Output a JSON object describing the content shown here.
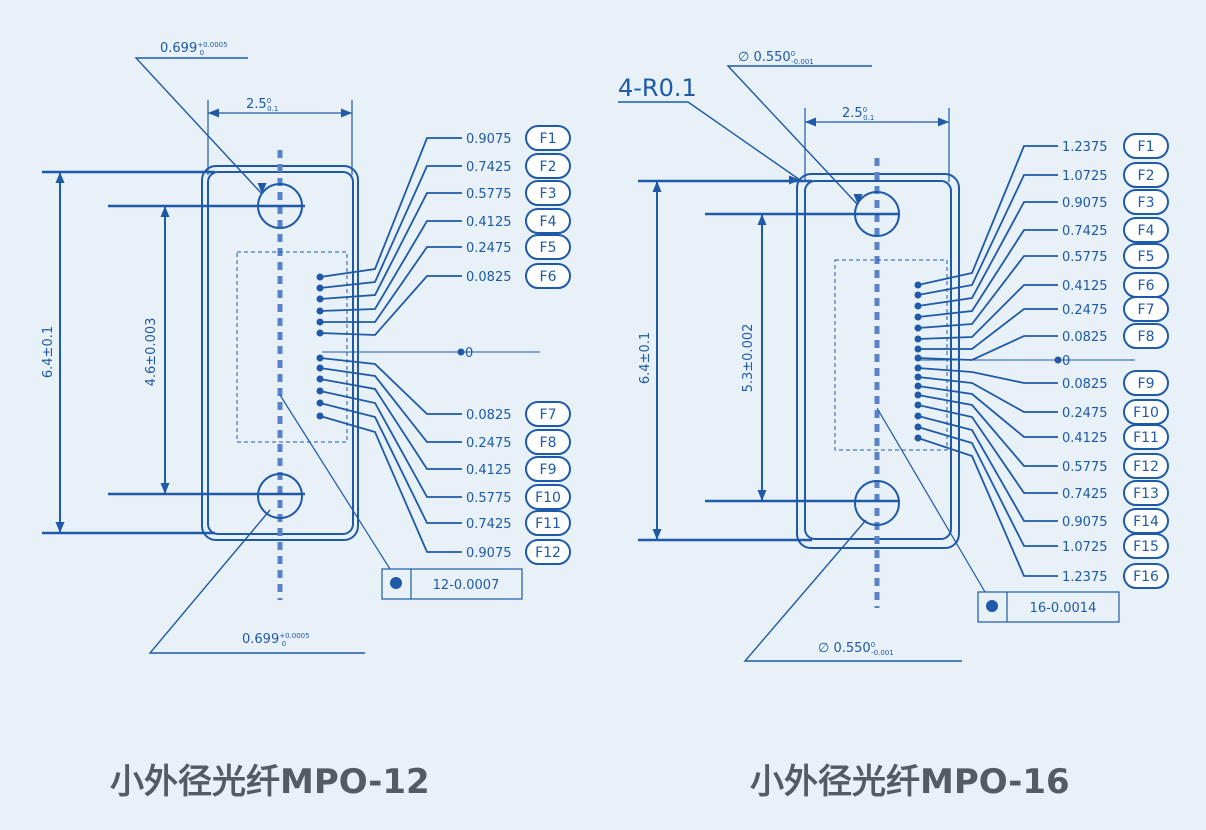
{
  "diagrams": [
    {
      "id": "mpo12",
      "caption": "小外径光纤MPO-12",
      "pin_dim_top": "0.699",
      "pin_dim_top_tol": "+0.0005 0",
      "pin_dim_bottom": "0.699",
      "pin_dim_bottom_tol": "+0.0005 0",
      "width_dim": "2.5",
      "width_tol": "0 0.1",
      "height_dim": "6.4±0.1",
      "pin_pitch": "4.6±0.003",
      "origin_label": "0",
      "position_tol": "12-0.0007",
      "fibers_top": [
        {
          "value": "0.9075",
          "label": "F1"
        },
        {
          "value": "0.7425",
          "label": "F2"
        },
        {
          "value": "0.5775",
          "label": "F3"
        },
        {
          "value": "0.4125",
          "label": "F4"
        },
        {
          "value": "0.2475",
          "label": "F5"
        },
        {
          "value": "0.0825",
          "label": "F6"
        }
      ],
      "fibers_bottom": [
        {
          "value": "0.0825",
          "label": "F7"
        },
        {
          "value": "0.2475",
          "label": "F8"
        },
        {
          "value": "0.4125",
          "label": "F9"
        },
        {
          "value": "0.5775",
          "label": "F10"
        },
        {
          "value": "0.7425",
          "label": "F11"
        },
        {
          "value": "0.9075",
          "label": "F12"
        }
      ]
    },
    {
      "id": "mpo16",
      "caption": "小外径光纤MPO-16",
      "corner_label": "4-R0.1",
      "pin_dim_top": "∅ 0.550",
      "pin_dim_top_tol": "0 -0.001",
      "pin_dim_bottom": "∅ 0.550",
      "pin_dim_bottom_tol": "0 -0.001",
      "width_dim": "2.5",
      "width_tol": "0 0.1",
      "height_dim": "6.4±0.1",
      "pin_pitch": "5.3±0.002",
      "origin_label": "0",
      "position_tol": "16-0.0014",
      "fibers_top": [
        {
          "value": "1.2375",
          "label": "F1"
        },
        {
          "value": "1.0725",
          "label": "F2"
        },
        {
          "value": "0.9075",
          "label": "F3"
        },
        {
          "value": "0.7425",
          "label": "F4"
        },
        {
          "value": "0.5775",
          "label": "F5"
        },
        {
          "value": "0.4125",
          "label": "F6"
        },
        {
          "value": "0.2475",
          "label": "F7"
        },
        {
          "value": "0.0825",
          "label": "F8"
        }
      ],
      "fibers_bottom": [
        {
          "value": "0.0825",
          "label": "F9"
        },
        {
          "value": "0.2475",
          "label": "F10"
        },
        {
          "value": "0.4125",
          "label": "F11"
        },
        {
          "value": "0.5775",
          "label": "F12"
        },
        {
          "value": "0.7425",
          "label": "F13"
        },
        {
          "value": "0.9075",
          "label": "F14"
        },
        {
          "value": "1.0725",
          "label": "F15"
        },
        {
          "value": "1.2375",
          "label": "F16"
        }
      ]
    }
  ],
  "colors": {
    "background": "#e8f0f8",
    "line": "#1e5aa8",
    "centerline": "#5a82c8",
    "caption": "#555b62"
  }
}
